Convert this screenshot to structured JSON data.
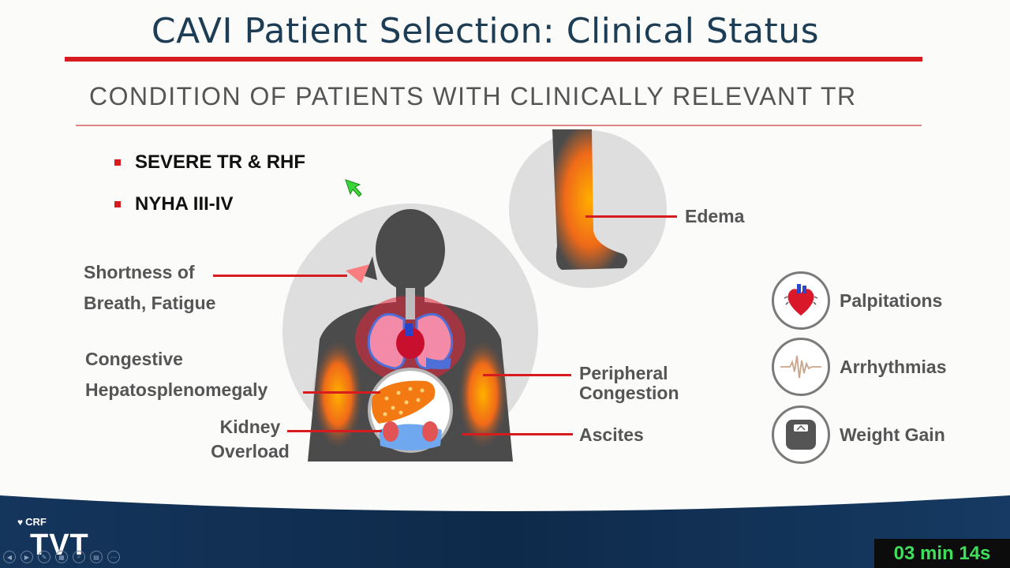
{
  "slide": {
    "title": "CAVI Patient Selection: Clinical Status",
    "subtitle": "CONDITION OF PATIENTS WITH CLINICALLY RELEVANT TR",
    "bullets": [
      "SEVERE TR & RHF",
      "NYHA III-IV"
    ],
    "body_labels": {
      "shortness_line1": "Shortness of",
      "shortness_line2": "Breath, Fatigue",
      "congestive_line1": "Congestive",
      "congestive_line2": "Hepatosplenomegaly",
      "kidney_line1": "Kidney",
      "kidney_line2": "Overload",
      "peripheral_line1": "Peripheral",
      "peripheral_line2": "Congestion",
      "ascites": "Ascites",
      "edema": "Edema"
    },
    "symptoms": [
      "Palpitations",
      "Arrhythmias",
      "Weight Gain"
    ]
  },
  "footer": {
    "logo_small": "CRF",
    "logo_large": "TVT",
    "timer": "03 min 14s"
  },
  "colors": {
    "accent_red": "#d71c20",
    "title_navy": "#1d3d55",
    "footer_navy": "#0f2a4a",
    "timer_green": "#3ee05a"
  }
}
